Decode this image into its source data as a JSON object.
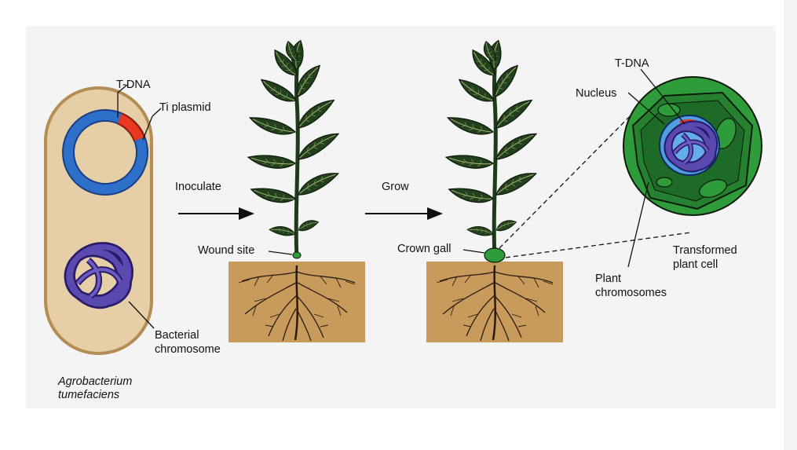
{
  "labels": {
    "tdna_plasmid": "T-DNA",
    "ti_plasmid": "Ti plasmid",
    "inoculate": "Inoculate",
    "grow": "Grow",
    "wound_site": "Wound site",
    "crown_gall": "Crown gall",
    "tdna_cell": "T-DNA",
    "nucleus": "Nucleus",
    "bacterial_chromosome_1": "Bacterial",
    "bacterial_chromosome_2": "chromosome",
    "organism_1": "Agrobacterium",
    "organism_2": "tumefaciens",
    "transformed_1": "Transformed",
    "transformed_2": "plant cell",
    "plant_chromosomes_1": "Plant",
    "plant_chromosomes_2": "chromosomes"
  },
  "colors": {
    "bacterium_fill": "#e6cfa6",
    "plasmid_blue": "#2e6fc9",
    "tdna_red": "#e8381f",
    "chromosome_purple": "#3b2a86",
    "soil": "#c89a5c",
    "leaf_green": "#1f3d1a",
    "cell_green": "#2e9c3a",
    "nucleus_blue": "#4f9fe0"
  }
}
